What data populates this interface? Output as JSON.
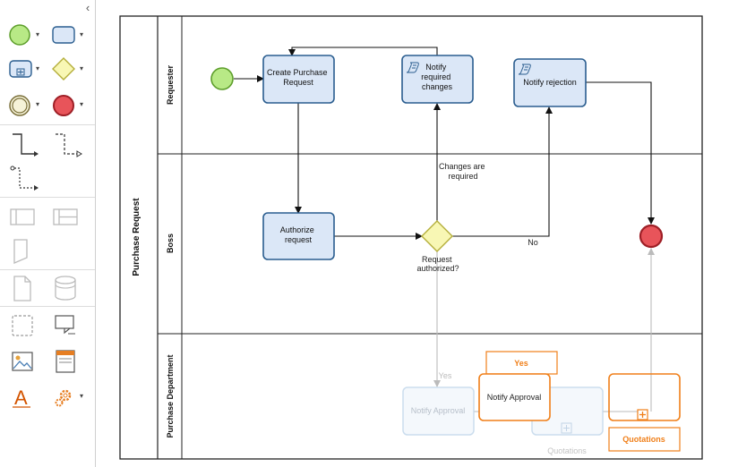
{
  "pool": {
    "name": "Purchase Request",
    "lanes": [
      "Requester",
      "Boss",
      "Purchase Department"
    ]
  },
  "tasks": {
    "create_purchase_request": "Create Purchase Request",
    "notify_required_changes": "Notify required changes",
    "notify_rejection": "Notify rejection",
    "authorize_request": "Authorize request",
    "notify_approval_ghost": "Notify Approval",
    "notify_approval_drag": "Notify Approval",
    "quotations": "Quotations"
  },
  "gateway": {
    "label": "Request authorized?"
  },
  "flow_labels": {
    "changes_required": "Changes are required",
    "no": "No",
    "yes_ghost": "Yes",
    "yes_drag": "Yes",
    "quotations_drag": "Quotations"
  },
  "palette": {
    "items": [
      "start-event",
      "task",
      "subprocess",
      "gateway",
      "intermediate-event",
      "end-event",
      "sequence-flow",
      "message-flow",
      "association",
      "pool",
      "lanes",
      "annotation",
      "data-object",
      "data-store",
      "group",
      "comment",
      "image",
      "template",
      "text",
      "settings"
    ]
  },
  "colors": {
    "task_fill": "#dbe7f7",
    "task_stroke": "#2a5d8f",
    "start_fill": "#b8e986",
    "start_stroke": "#5d9e2b",
    "end_fill": "#e8545a",
    "end_stroke": "#9e1f26",
    "gateway_fill": "#f8f7b4",
    "gateway_stroke": "#b4ae3a",
    "drag_orange": "#f07f19",
    "ghost_blue": "#aac8e4"
  }
}
